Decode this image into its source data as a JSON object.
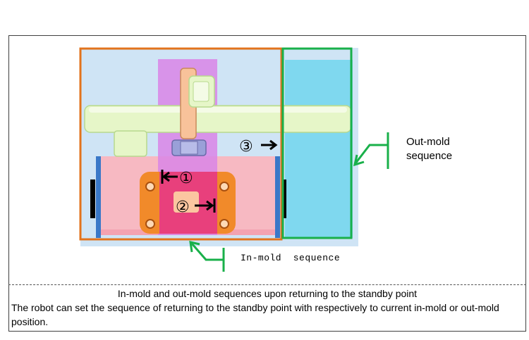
{
  "diagram": {
    "markers": {
      "one": "①",
      "two": "②",
      "three": "③"
    },
    "labels": {
      "out_mold": [
        "Out-mold",
        "sequence"
      ],
      "in_mold": "In-mold  sequence"
    },
    "colors": {
      "in_mold_frame": "#e2731c",
      "out_mold_frame": "#19b04a",
      "mold_area": "#f7b6bf",
      "out_mold_area": "#7fd8ef",
      "background_panel": "#cfe4f5",
      "magenta_column": "#d985e6",
      "beam": "#e6f6c8",
      "arm": "#f8c29a",
      "clamp_plate": "#f18a2a"
    }
  },
  "caption": {
    "title": "In-mold and out-mold sequences upon returning to the standby point",
    "description": "The robot can set the sequence of returning to the standby point with respectively to current in-mold or out-mold position."
  }
}
